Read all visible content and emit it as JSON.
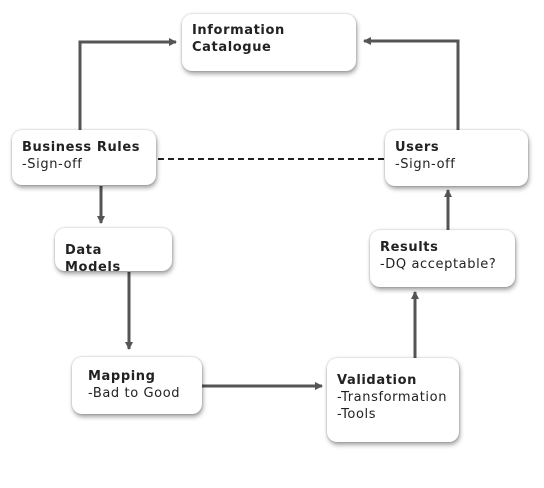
{
  "nodes": {
    "information_catalogue": {
      "title_lines": [
        "Information",
        "Catalogue"
      ]
    },
    "business_rules": {
      "title": "Business Rules",
      "lines": [
        "-Sign-off"
      ]
    },
    "users": {
      "title": "Users",
      "lines": [
        "-Sign-off"
      ]
    },
    "data_models": {
      "title": "Data Models"
    },
    "results": {
      "title": "Results",
      "lines": [
        "-DQ acceptable?"
      ]
    },
    "mapping": {
      "title": "Mapping",
      "lines": [
        "-Bad to Good"
      ]
    },
    "validation": {
      "title": "Validation",
      "lines": [
        "-Transformation",
        "-Tools"
      ]
    }
  },
  "colors": {
    "arrow": "#555555",
    "dashed_line": "#222222",
    "node_fill": "#ffffff",
    "text": "#222222"
  }
}
